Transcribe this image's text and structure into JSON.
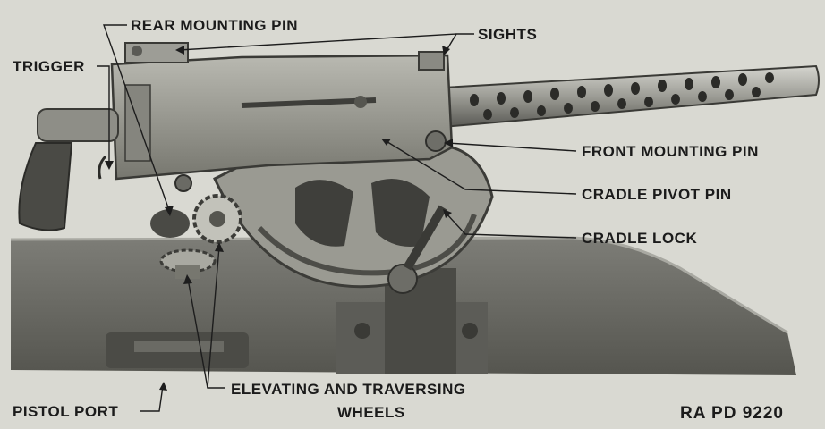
{
  "callouts": {
    "rear_mounting_pin": "REAR MOUNTING PIN",
    "sights": "SIGHTS",
    "trigger": "TRIGGER",
    "front_mounting_pin": "FRONT MOUNTING PIN",
    "cradle_pivot_pin": "CRADLE PIVOT PIN",
    "cradle_lock": "CRADLE LOCK",
    "pistol_port": "PISTOL PORT",
    "elevating_traversing_line1": "ELEVATING AND TRAVERSING",
    "elevating_traversing_line2": "WHEELS"
  },
  "figure_id": "RA PD 9220",
  "colors": {
    "background": "#d9d9d2",
    "metal_dark": "#3a3a38",
    "metal_mid": "#8b8b85",
    "metal_light": "#bdbdb5",
    "plate": "#6f6f6a",
    "ink": "#1b1b1b"
  }
}
